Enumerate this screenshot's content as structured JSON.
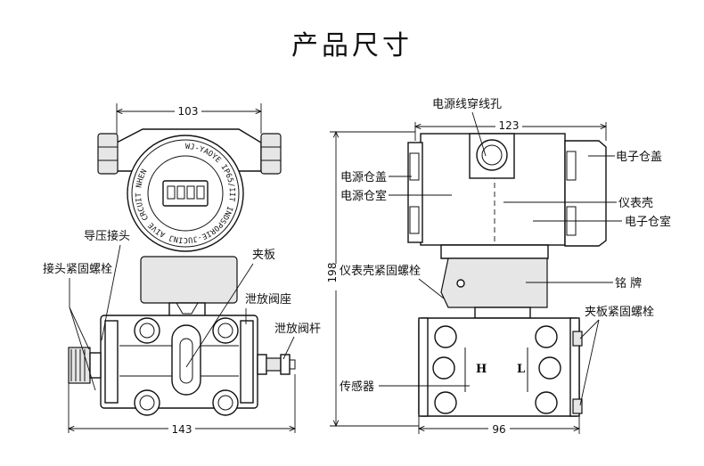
{
  "title": "产品尺寸",
  "front_view": {
    "dimensions": {
      "top_width": "103",
      "bottom_width": "143"
    },
    "display_ring_text": "WJ-YAOYE  IP65/IIT  INDSPORIE-JUCINJ  AIVE  CRCUIT  NHEN",
    "labels": {
      "pressure_connector": "导压接头",
      "connector_bolt": "接头紧固螺栓",
      "clamp_plate": "夹板",
      "vent_valve_seat": "泄放阀座",
      "vent_valve_stem": "泄放阀杆"
    }
  },
  "side_view": {
    "dimensions": {
      "top_width": "123",
      "height": "198",
      "bottom_width": "96"
    },
    "port_labels": {
      "high": "H",
      "low": "L"
    },
    "labels": {
      "cable_entry": "电源线穿线孔",
      "power_cover": "电源仓盖",
      "power_chamber": "电源仓室",
      "electronics_cover": "电子仓盖",
      "housing": "仪表壳",
      "electronics_chamber": "电子仓室",
      "housing_bolt": "仪表壳紧固螺栓",
      "nameplate": "铭  牌",
      "clamp_bolt": "夹板紧固螺栓",
      "sensor": "传感器"
    }
  }
}
